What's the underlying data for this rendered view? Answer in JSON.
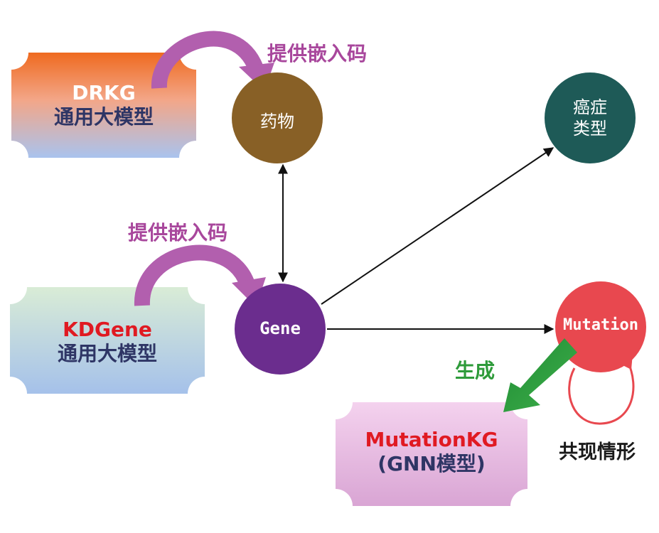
{
  "cards": {
    "drkg": {
      "line1": "DRKG",
      "line2": "通用大模型"
    },
    "kdgene": {
      "line1": "KDGene",
      "line2": "通用大模型"
    },
    "mutationkg": {
      "line1": "MutationKG",
      "line2": "(GNN模型)"
    }
  },
  "nodes": {
    "drug": "药物",
    "gene": "Gene",
    "cancer_type_line1": "癌症",
    "cancer_type_line2": "类型",
    "mutation": "Mutation"
  },
  "annotations": {
    "provide_embedding_top": "提供嵌入码",
    "provide_embedding_mid": "提供嵌入码",
    "generate": "生成",
    "cooccurrence": "共现情形"
  },
  "colors": {
    "drug_node": "#886026",
    "gene_node": "#6b2d8e",
    "cancer_node": "#1e5a57",
    "mutation_node": "#e8484f",
    "purple_arrow": "#b25fae",
    "green_arrow": "#2a9a3c",
    "red_text": "#e01a22",
    "dark_text": "#2e3565"
  }
}
